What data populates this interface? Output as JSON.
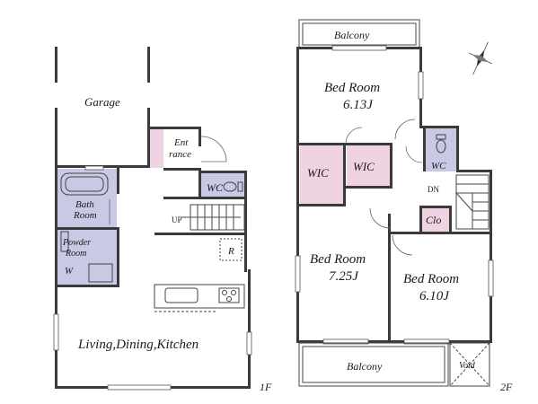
{
  "floor1": {
    "garage": "Garage",
    "entrance_line1": "Ent",
    "entrance_line2": "rance",
    "wc": "WC",
    "bath_line1": "Bath",
    "bath_line2": "Room",
    "powder_line1": "Powder",
    "powder_line2": "Room",
    "washer": "W",
    "up": "UP",
    "refrigerator": "R",
    "ldk": "Living,Dining,Kitchen",
    "floor_label": "1F"
  },
  "floor2": {
    "balcony_top": "Balcony",
    "bed1_line1": "Bed Room",
    "bed1_line2": "6.13J",
    "wic_left": "WIC",
    "wic_right": "WIC",
    "wc": "WC",
    "dn": "DN",
    "clo": "Clo",
    "bed2_line1": "Bed Room",
    "bed2_line2": "7.25J",
    "bed3_line1": "Bed Room",
    "bed3_line2": "6.10J",
    "balcony_bottom": "Balcony",
    "void": "Void",
    "floor_label": "2F"
  },
  "colors": {
    "wet_area": "#c9c9e6",
    "closet": "#f0d3e2",
    "wall": "#3a3a3a"
  },
  "compass": "compass-icon"
}
